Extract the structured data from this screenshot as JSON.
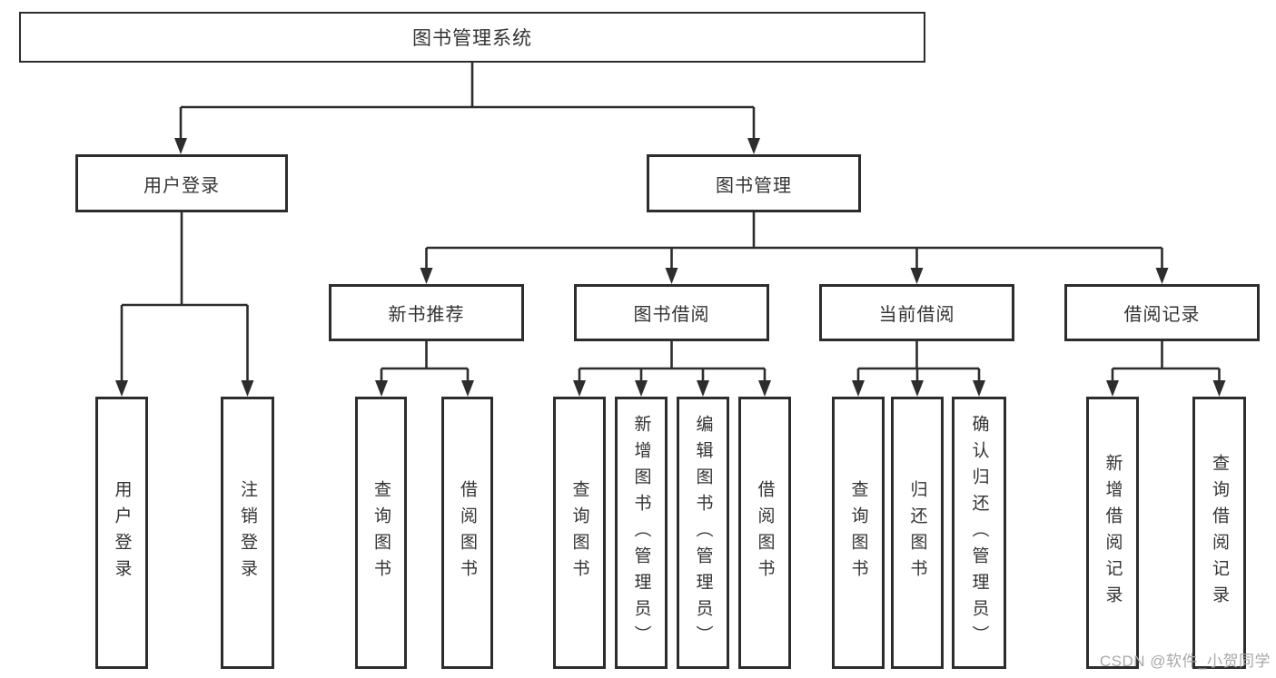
{
  "nodes": {
    "root": {
      "label": "图书管理系统"
    },
    "user_login": {
      "label": "用户登录"
    },
    "book_mgmt": {
      "label": "图书管理"
    },
    "new_book_rec": {
      "label": "新书推荐"
    },
    "book_borrow": {
      "label": "图书借阅"
    },
    "current_borrow": {
      "label": "当前借阅"
    },
    "borrow_record": {
      "label": "借阅记录"
    },
    "ul_login": {
      "label": "用户登录"
    },
    "ul_logout": {
      "label": "注销登录"
    },
    "nbr_query": {
      "label": "查询图书"
    },
    "nbr_borrow": {
      "label": "借阅图书"
    },
    "bb_query": {
      "label": "查询图书"
    },
    "bb_add": {
      "label": "新增图书（管理员）"
    },
    "bb_edit": {
      "label": "编辑图书（管理员）"
    },
    "bb_borrow": {
      "label": "借阅图书"
    },
    "cb_query": {
      "label": "查询图书"
    },
    "cb_return": {
      "label": "归还图书"
    },
    "cb_confirm": {
      "label": "确认归还（管理员）"
    },
    "br_add": {
      "label": "新增借阅记录"
    },
    "br_query": {
      "label": "查询借阅记录"
    }
  },
  "hierarchy": {
    "root": [
      "user_login",
      "book_mgmt"
    ],
    "user_login": [
      "ul_login",
      "ul_logout"
    ],
    "book_mgmt": [
      "new_book_rec",
      "book_borrow",
      "current_borrow",
      "borrow_record"
    ],
    "new_book_rec": [
      "nbr_query",
      "nbr_borrow"
    ],
    "book_borrow": [
      "bb_query",
      "bb_add",
      "bb_edit",
      "bb_borrow"
    ],
    "current_borrow": [
      "cb_query",
      "cb_return",
      "cb_confirm"
    ],
    "borrow_record": [
      "br_add",
      "br_query"
    ]
  },
  "watermark": {
    "text": "CSDN @软件_小贺同学"
  },
  "colors": {
    "line": "#2d2d2d",
    "border": "#2d2d2d",
    "text": "#333333",
    "background": "#ffffff",
    "watermark": "#a8a8a8"
  }
}
